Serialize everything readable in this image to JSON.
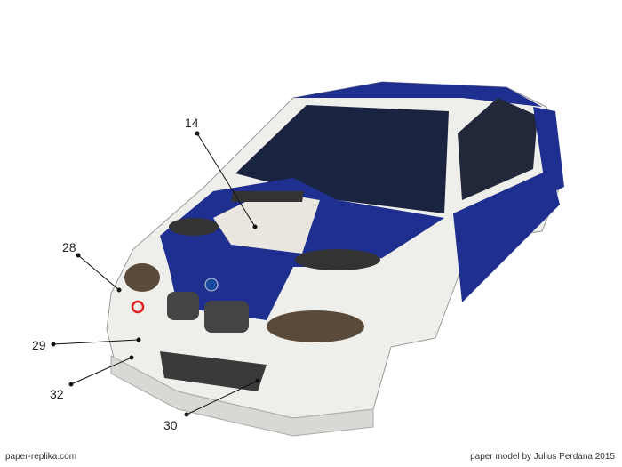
{
  "callouts": [
    {
      "label": "14"
    },
    {
      "label": "28"
    },
    {
      "label": "29"
    },
    {
      "label": "32"
    },
    {
      "label": "30"
    }
  ],
  "footer": {
    "left": "paper-replika.com",
    "right": "paper model by Julius Perdana 2015"
  },
  "colors": {
    "blue": "#1f2f8f",
    "white": "#f2f2ee",
    "glass": "#1a2340"
  }
}
